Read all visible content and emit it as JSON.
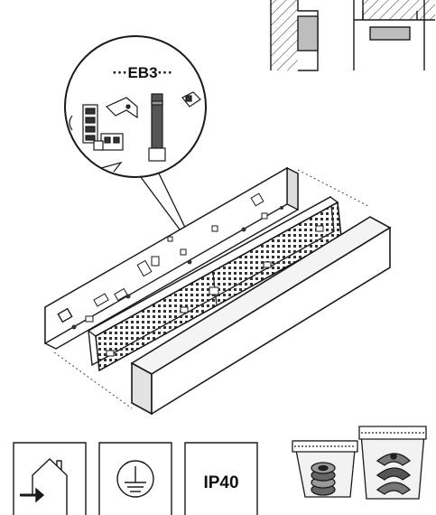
{
  "callout": {
    "label": "···EB3···"
  },
  "symbols": [
    {
      "name": "indoor-installation",
      "icon": "house-arrow-icon"
    },
    {
      "name": "protective-earth",
      "icon": "ground-icon"
    },
    {
      "name": "ingress-protection",
      "text": "IP40"
    }
  ],
  "bags": [
    {
      "name": "grommets",
      "icon": "grommet-icon"
    },
    {
      "name": "cable-clips",
      "icon": "clip-icon"
    }
  ],
  "colors": {
    "line": "#1a1a1a",
    "fill_light": "#ffffff",
    "fill_shade": "#bdbdbd",
    "fill_cover": "#eeeeee"
  }
}
